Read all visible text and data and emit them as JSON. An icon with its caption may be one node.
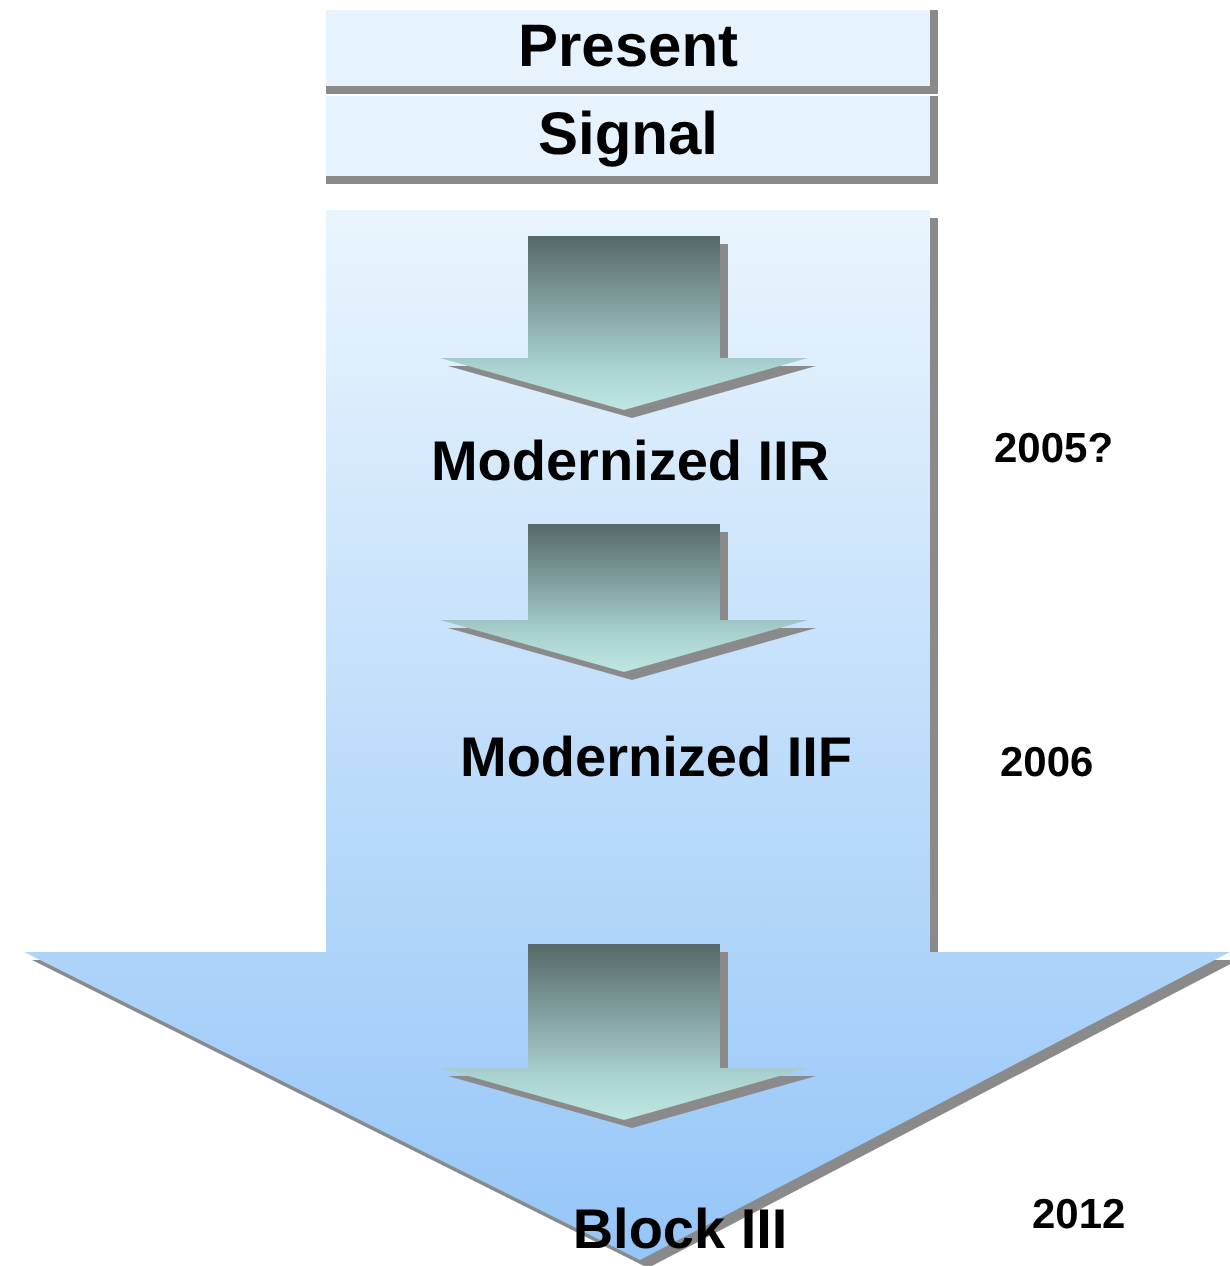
{
  "diagram": {
    "nodes": [
      {
        "text": [
          "Present"
        ]
      },
      {
        "text": [
          "Signal"
        ]
      },
      {
        "text": [
          "Modernized IIR"
        ],
        "beside": [
          "2005?"
        ]
      },
      {
        "text": [
          "Modernized IIF"
        ],
        "beside": [
          "2006"
        ]
      },
      {
        "text": [
          "Block III"
        ]
      }
    ],
    "edges": [
      {
        "from": 1,
        "to": 4,
        "arrow": "to",
        "style": "thick"
      },
      {
        "from": 1,
        "to": 2,
        "arrow": "to"
      },
      {
        "from": 2,
        "to": 3,
        "arrow": "to"
      },
      {
        "from": 3,
        "to": 4,
        "arrow": "to"
      }
    ],
    "labels": [
      "2012"
    ]
  }
}
